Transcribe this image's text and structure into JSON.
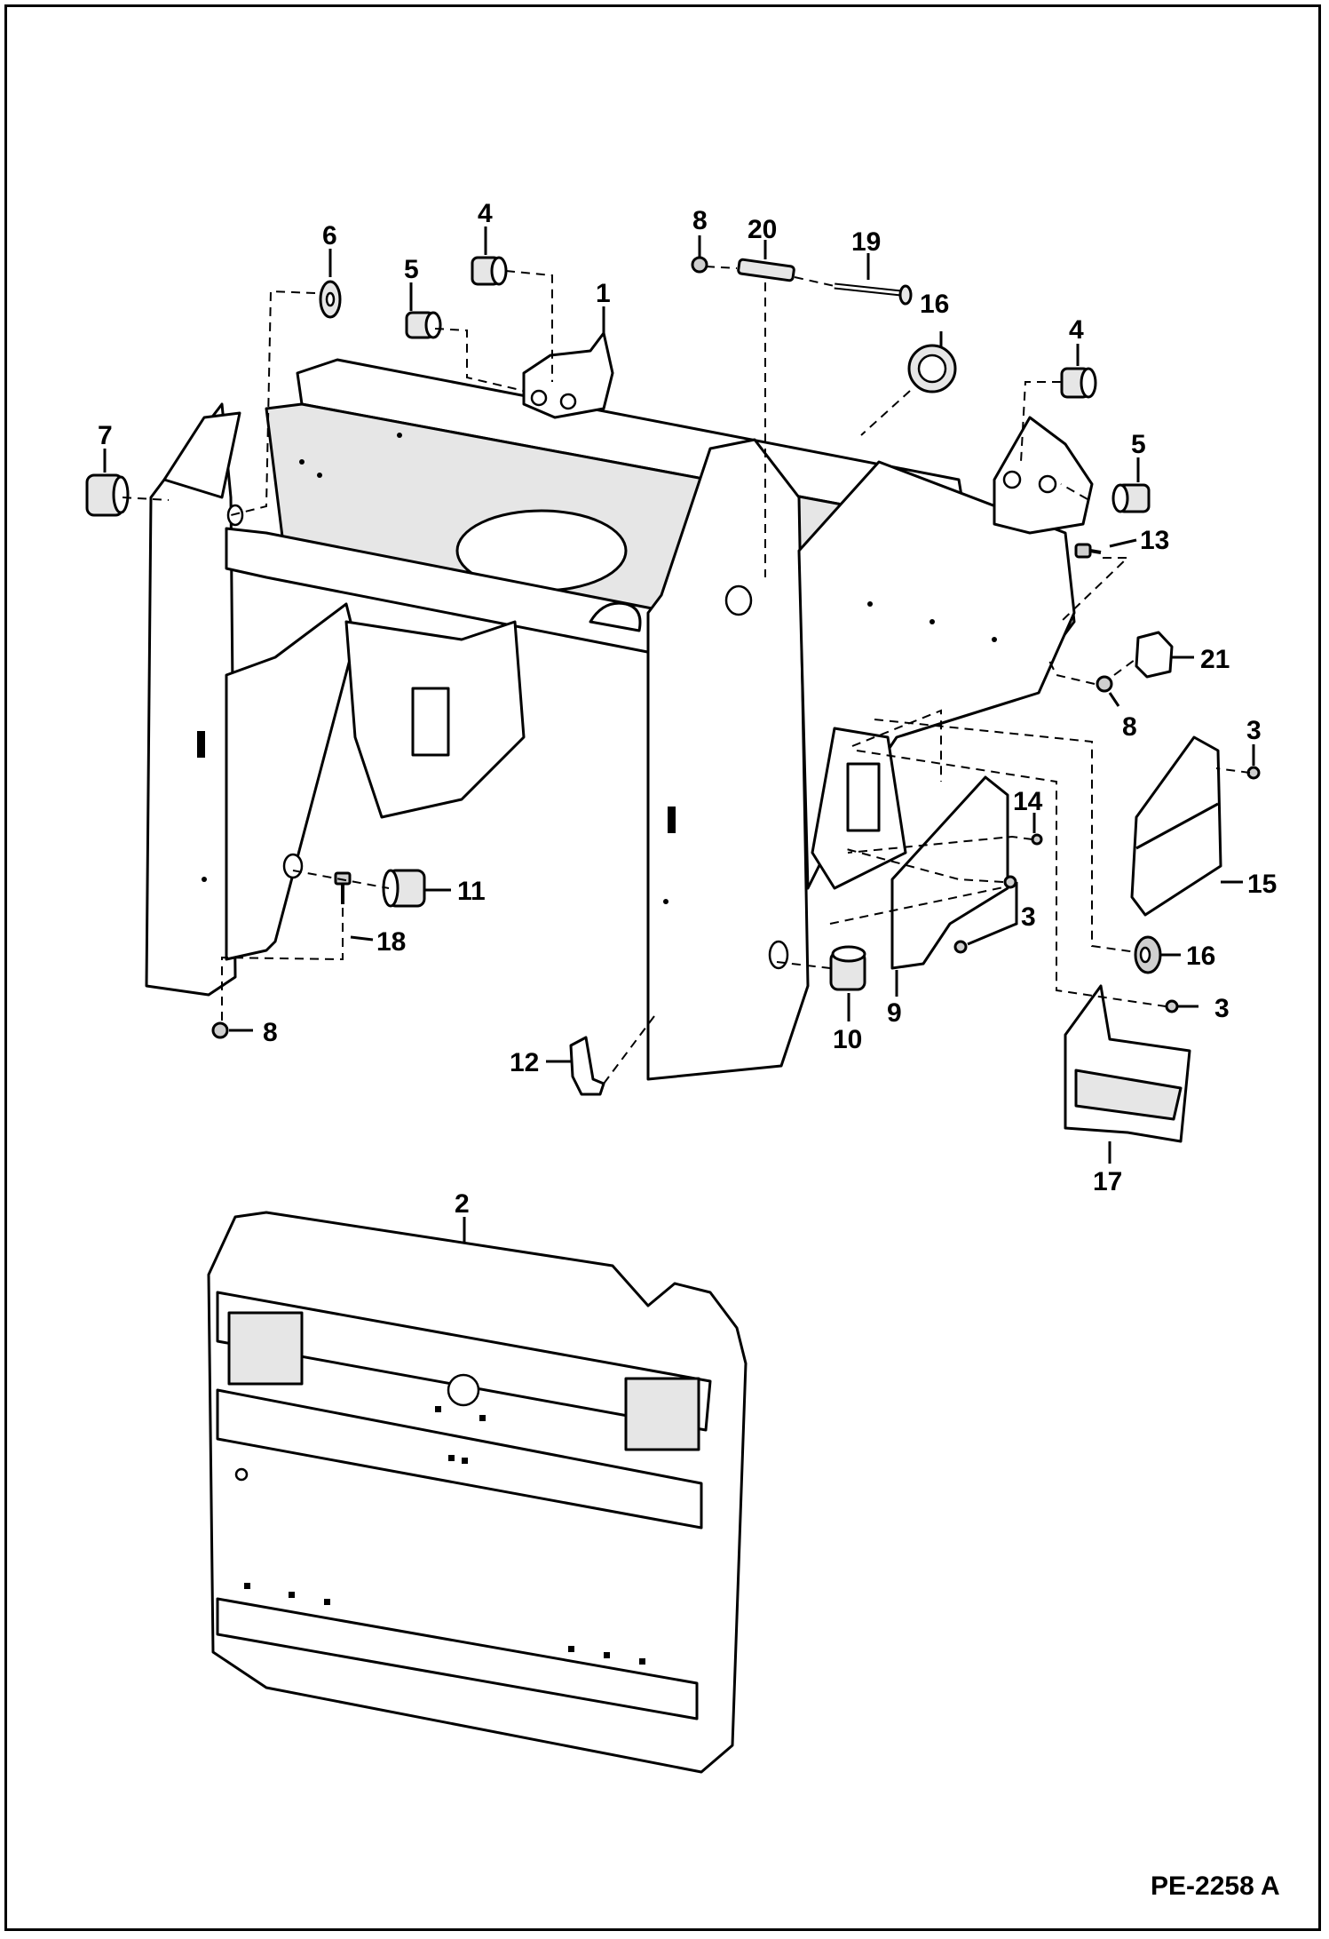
{
  "figure_id": "PE-2258 A",
  "callouts": [
    {
      "id": "c1",
      "label": "1"
    },
    {
      "id": "c2",
      "label": "2"
    },
    {
      "id": "c3a",
      "label": "3"
    },
    {
      "id": "c3b",
      "label": "3"
    },
    {
      "id": "c3c",
      "label": "3"
    },
    {
      "id": "c4a",
      "label": "4"
    },
    {
      "id": "c4b",
      "label": "4"
    },
    {
      "id": "c5a",
      "label": "5"
    },
    {
      "id": "c5b",
      "label": "5"
    },
    {
      "id": "c6",
      "label": "6"
    },
    {
      "id": "c7",
      "label": "7"
    },
    {
      "id": "c8a",
      "label": "8"
    },
    {
      "id": "c8b",
      "label": "8"
    },
    {
      "id": "c8c",
      "label": "8"
    },
    {
      "id": "c9",
      "label": "9"
    },
    {
      "id": "c10",
      "label": "10"
    },
    {
      "id": "c11",
      "label": "11"
    },
    {
      "id": "c12",
      "label": "12"
    },
    {
      "id": "c13",
      "label": "13"
    },
    {
      "id": "c14",
      "label": "14"
    },
    {
      "id": "c15",
      "label": "15"
    },
    {
      "id": "c16a",
      "label": "16"
    },
    {
      "id": "c16b",
      "label": "16"
    },
    {
      "id": "c17",
      "label": "17"
    },
    {
      "id": "c18",
      "label": "18"
    },
    {
      "id": "c19",
      "label": "19"
    },
    {
      "id": "c20",
      "label": "20"
    },
    {
      "id": "c21",
      "label": "21"
    }
  ]
}
